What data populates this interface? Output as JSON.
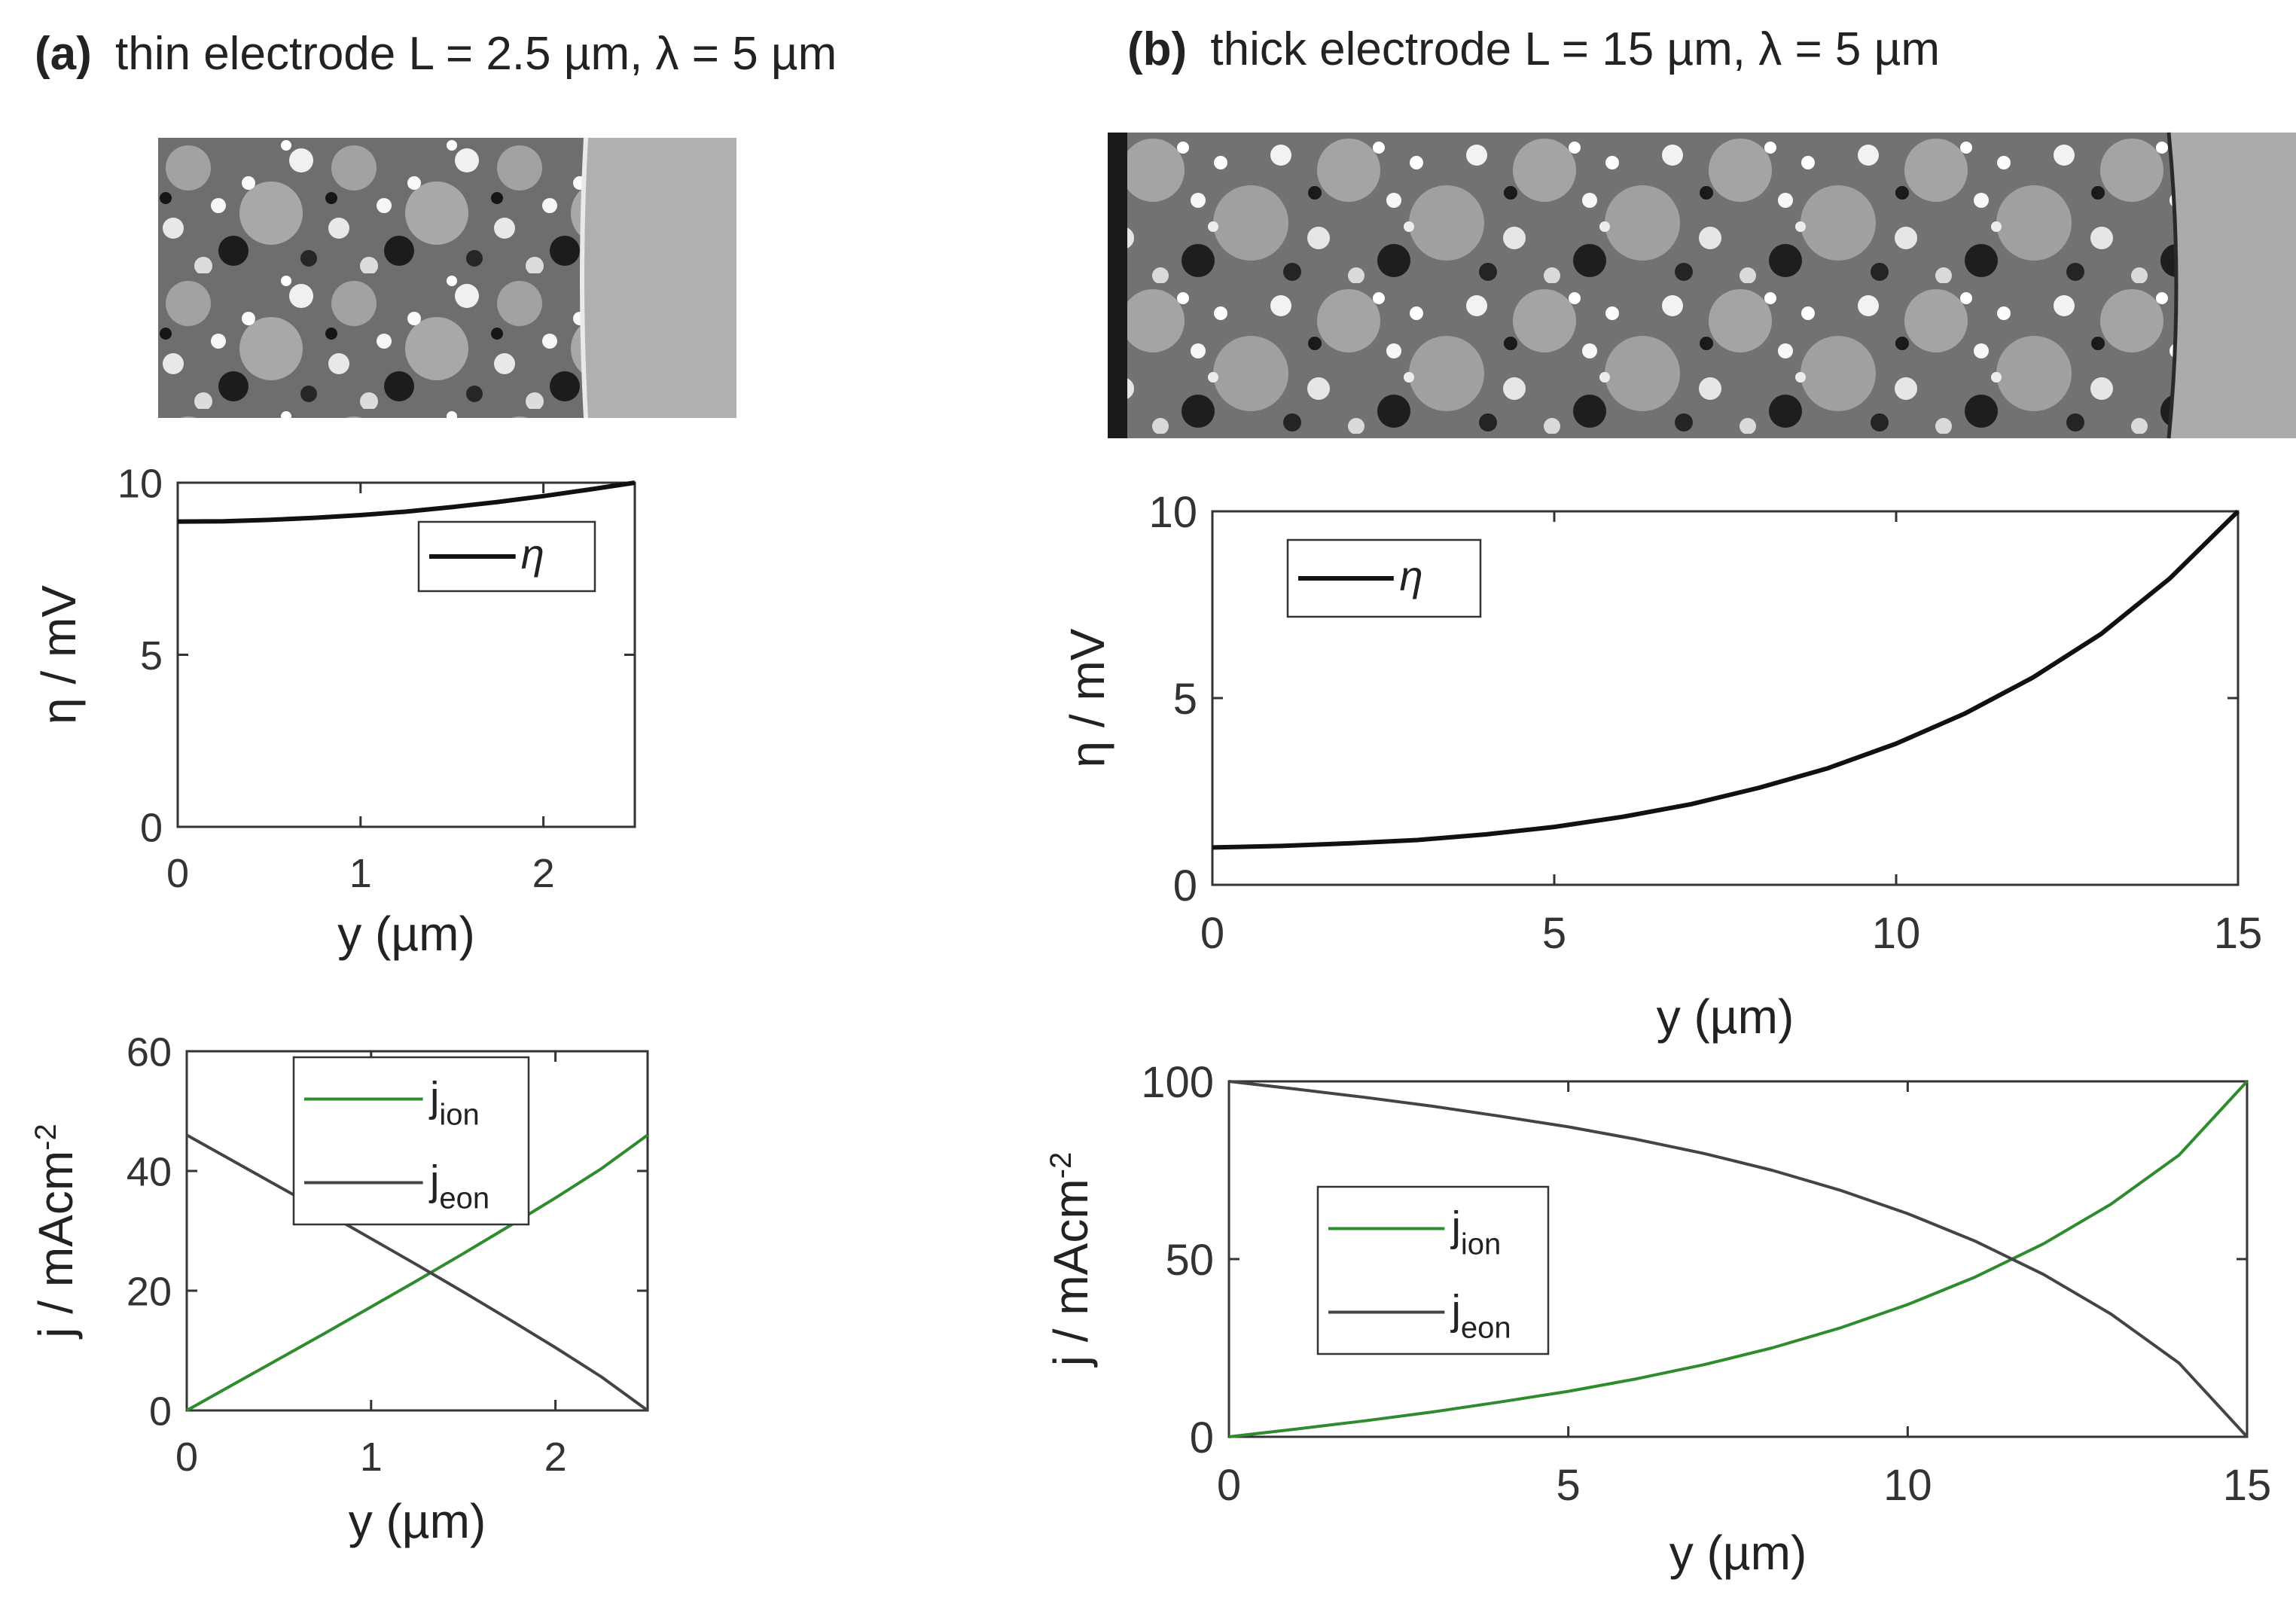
{
  "panels": [
    {
      "tag": "(a)",
      "title": "thin electrode L = 2.5 µm, λ = 5 µm",
      "micrograph": "sem-micrograph-thin-electrode"
    },
    {
      "tag": "(b)",
      "title": "thick electrode L = 15 µm, λ = 5 µm",
      "micrograph": "sem-micrograph-thick-electrode"
    }
  ],
  "chart_data": [
    {
      "id": "a-eta",
      "type": "line",
      "xlabel": "y (µm)",
      "ylabel": "η / mV",
      "xlim": [
        0,
        2.5
      ],
      "ylim": [
        0,
        10
      ],
      "xticks": [
        0,
        1,
        2
      ],
      "yticks": [
        0,
        5,
        10
      ],
      "grid": false,
      "legend": "top-right",
      "series": [
        {
          "name": "η",
          "color": "#111111",
          "x": [
            0,
            0.25,
            0.5,
            0.75,
            1.0,
            1.25,
            1.5,
            1.75,
            2.0,
            2.25,
            2.5
          ],
          "y": [
            8.87,
            8.88,
            8.92,
            8.98,
            9.06,
            9.16,
            9.29,
            9.44,
            9.61,
            9.8,
            10.0
          ]
        }
      ]
    },
    {
      "id": "a-current",
      "type": "line",
      "xlabel": "y (µm)",
      "ylabel": "j / mAcm-2",
      "xlim": [
        0,
        2.5
      ],
      "ylim": [
        0,
        60
      ],
      "xticks": [
        0,
        1,
        2
      ],
      "yticks": [
        0,
        20,
        40,
        60
      ],
      "grid": false,
      "legend": "top-center",
      "series": [
        {
          "name": "j",
          "sub": "ion",
          "color": "#2e8b2e",
          "x": [
            0,
            0.25,
            0.5,
            0.75,
            1.0,
            1.25,
            1.5,
            1.75,
            2.0,
            2.25,
            2.5
          ],
          "y": [
            0,
            4.3,
            8.6,
            12.9,
            17.3,
            21.7,
            26.2,
            30.8,
            35.5,
            40.4,
            46
          ]
        },
        {
          "name": "j",
          "sub": "eon",
          "color": "#444444",
          "x": [
            0,
            0.25,
            0.5,
            0.75,
            1.0,
            1.25,
            1.5,
            1.75,
            2.0,
            2.25,
            2.5
          ],
          "y": [
            46,
            41.7,
            37.4,
            33.1,
            28.7,
            24.3,
            19.8,
            15.2,
            10.5,
            5.6,
            0
          ]
        }
      ]
    },
    {
      "id": "b-eta",
      "type": "line",
      "xlabel": "y (µm)",
      "ylabel": "η / mV",
      "xlim": [
        0,
        15
      ],
      "ylim": [
        0,
        10
      ],
      "xticks": [
        0,
        5,
        10,
        15
      ],
      "yticks": [
        0,
        5,
        10
      ],
      "grid": false,
      "legend": "top-left",
      "series": [
        {
          "name": "η",
          "color": "#111111",
          "x": [
            0,
            1,
            2,
            3,
            4,
            5,
            6,
            7,
            8,
            9,
            10,
            11,
            12,
            13,
            14,
            15
          ],
          "y": [
            1.0,
            1.04,
            1.11,
            1.2,
            1.35,
            1.55,
            1.82,
            2.16,
            2.6,
            3.12,
            3.78,
            4.58,
            5.55,
            6.72,
            8.2,
            10.0
          ]
        }
      ]
    },
    {
      "id": "b-current",
      "type": "line",
      "xlabel": "y (µm)",
      "ylabel": "j / mAcm-2",
      "xlim": [
        0,
        15
      ],
      "ylim": [
        0,
        100
      ],
      "xticks": [
        0,
        5,
        10,
        15
      ],
      "yticks": [
        0,
        50,
        100
      ],
      "grid": false,
      "legend": "center-left",
      "series": [
        {
          "name": "j",
          "sub": "ion",
          "color": "#2e8b2e",
          "x": [
            0,
            1,
            2,
            3,
            4,
            5,
            6,
            7,
            8,
            9,
            10,
            11,
            12,
            13,
            14,
            15
          ],
          "y": [
            0,
            2.2,
            4.5,
            7.0,
            9.8,
            12.8,
            16.3,
            20.3,
            25.0,
            30.6,
            37.2,
            45.0,
            54.3,
            65.5,
            79.3,
            100
          ]
        },
        {
          "name": "j",
          "sub": "eon",
          "color": "#444444",
          "x": [
            0,
            1,
            2,
            3,
            4,
            5,
            6,
            7,
            8,
            9,
            10,
            11,
            12,
            13,
            14,
            15
          ],
          "y": [
            100,
            97.8,
            95.5,
            93.0,
            90.2,
            87.2,
            83.7,
            79.7,
            75.0,
            69.4,
            62.8,
            55.0,
            45.7,
            34.5,
            20.7,
            0
          ]
        }
      ]
    }
  ]
}
